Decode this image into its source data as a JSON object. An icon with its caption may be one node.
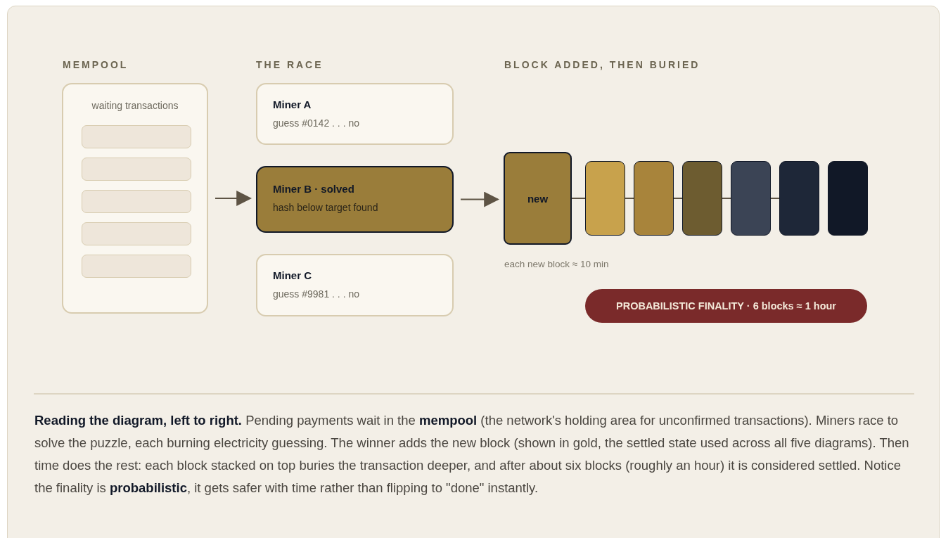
{
  "diagram": {
    "caption": "**Reading the diagram, left to right.** Pending payments wait in the **mempool** (the network's holding area for unconfirmed transactions). Miners race to solve the puzzle, each burning electricity guessing. The winner adds the new block (shown in gold, the settled state used across all five diagrams). Then time does the rest: each block stacked on top buries the transaction deeper, and after about six blocks (roughly an hour) it is considered settled. Notice the finality is **probabilistic**, it gets safer with time rather than flipping to \"done\" instantly.",
    "nodes": [
      {
        "text": [
          "waiting transactions"
        ]
      },
      {
        "text": [],
        "shape": "box",
        "in": 0
      },
      {
        "text": [],
        "shape": "box",
        "in": 0
      },
      {
        "text": [],
        "shape": "box",
        "in": 0
      },
      {
        "text": [],
        "shape": "box",
        "in": 0
      },
      {
        "text": [],
        "shape": "box",
        "in": 0
      },
      {
        "text": [
          "Miner A",
          "guess #0142 . . . no"
        ]
      },
      {
        "text": [
          "Miner B · solved",
          "hash below target found"
        ]
      },
      {
        "text": [
          "Miner C",
          "guess #9981 . . . no"
        ]
      },
      {
        "text": [
          "new"
        ],
        "beside": [
          "each new block ≈ 10 min"
        ]
      },
      {
        "text": [],
        "shape": "box"
      },
      {
        "text": [],
        "shape": "box"
      },
      {
        "text": [],
        "shape": "box"
      },
      {
        "text": [],
        "shape": "box"
      },
      {
        "text": [],
        "shape": "box"
      },
      {
        "text": [],
        "shape": "box"
      },
      {
        "text": [
          "PROBABILISTIC FINALITY · 6 blocks ≈ 1 hour"
        ]
      }
    ],
    "edges": [
      {
        "from": 0,
        "to": 7,
        "arrow": "to"
      },
      {
        "from": 7,
        "to": 9,
        "arrow": "to"
      },
      {
        "from": 9,
        "to": 10,
        "arrow": "none"
      },
      {
        "from": 10,
        "to": 11,
        "arrow": "none"
      },
      {
        "from": 11,
        "to": 12,
        "arrow": "none"
      },
      {
        "from": 12,
        "to": 13,
        "arrow": "none"
      },
      {
        "from": 13,
        "to": 14,
        "arrow": "none"
      }
    ],
    "labels": [
      "MEMPOOL",
      "THE RACE",
      "BLOCK ADDED, THEN BURIED"
    ]
  }
}
